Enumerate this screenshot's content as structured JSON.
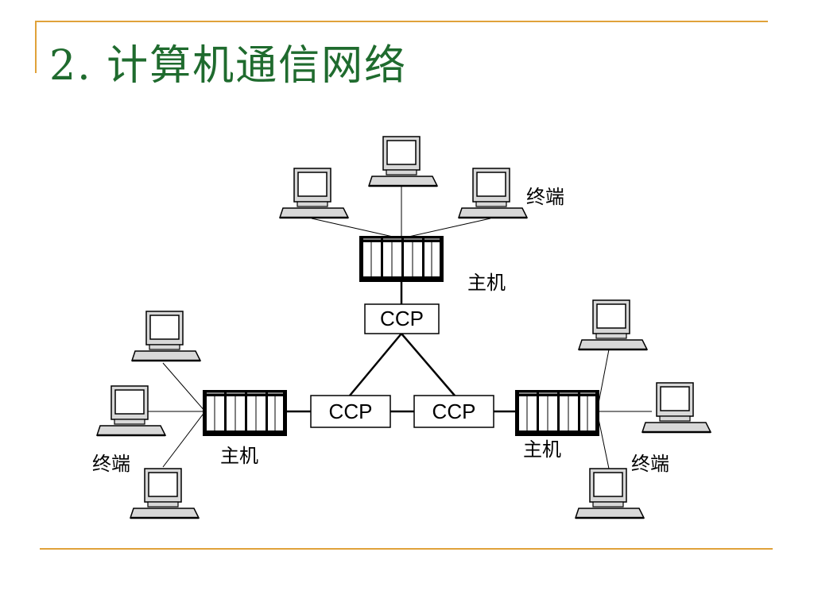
{
  "slide": {
    "title": "2. 计算机通信网络"
  },
  "diagram": {
    "ccp_label": "CCP",
    "host_label": "主机",
    "terminal_label": "终端",
    "colors": {
      "title": "#1f6b2e",
      "rule": "#e0a23a",
      "line": "#000000"
    }
  }
}
